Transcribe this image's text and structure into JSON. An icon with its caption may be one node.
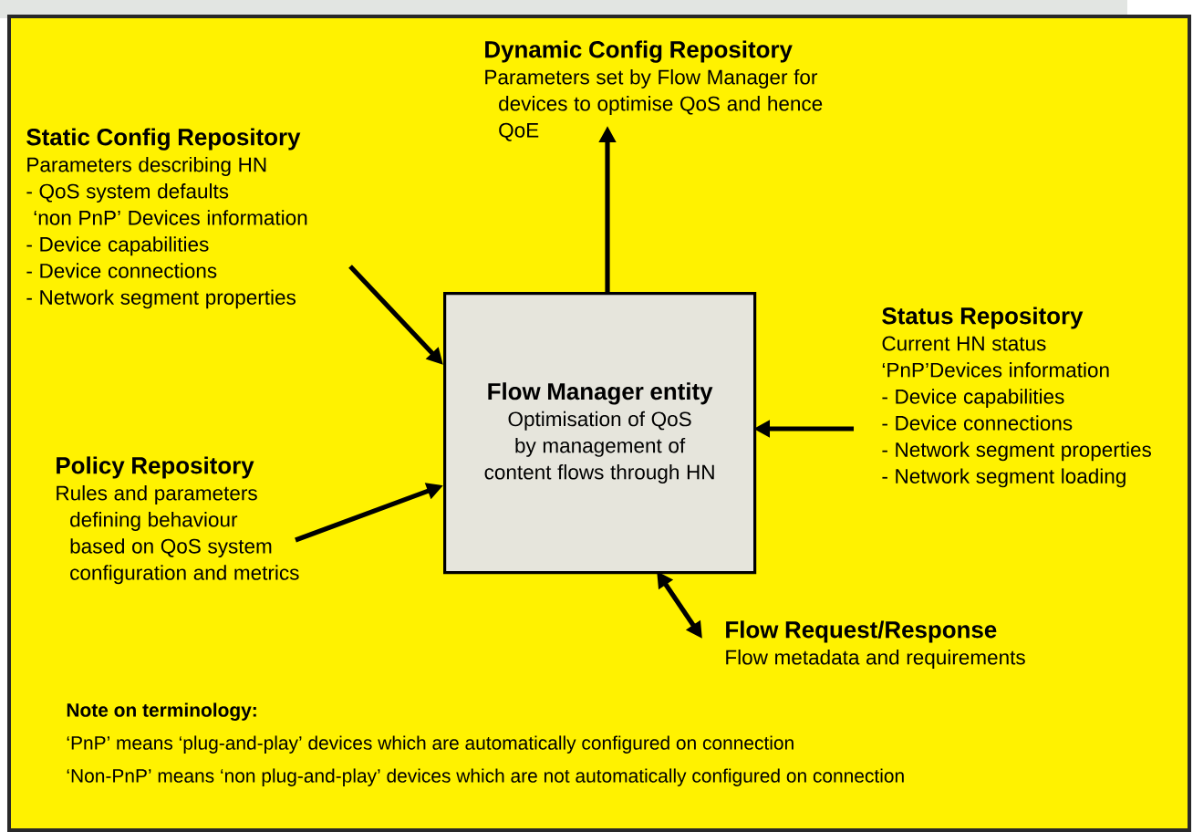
{
  "diagram": {
    "nodes": [
      {
        "text": [
          "Flow Manager entity",
          "Optimisation of  QoS by management of content flows through HN"
        ]
      },
      {
        "text": [
          "Dynamic Config Repository",
          "Parameters set by Flow Manager for devices to optimise QoS and hence QoE"
        ]
      },
      {
        "text": [
          "Static Config Repository",
          "Parameters describing HN",
          "- QoS system defaults",
          "‘non PnP’ Devices information",
          "- Device capabilities",
          "- Device connections",
          "- Network segment properties"
        ]
      },
      {
        "text": [
          "Status Repository",
          "Current HN status",
          "‘PnP’Devices information",
          "- Device capabilities",
          "- Device connections",
          "- Network segment properties",
          "- Network segment loading"
        ]
      },
      {
        "text": [
          "Policy Repository",
          "Rules and parameters defining behaviour based on QoS system configuration and metrics"
        ]
      },
      {
        "text": [
          "Flow Request/Response",
          "Flow metadata and requirements"
        ]
      }
    ],
    "edges": [
      {
        "from": 0,
        "to": 1,
        "arrow": "to"
      },
      {
        "from": 2,
        "to": 0,
        "arrow": "to"
      },
      {
        "from": 4,
        "to": 0,
        "arrow": "to"
      },
      {
        "from": 3,
        "to": 0,
        "arrow": "to"
      },
      {
        "from": 0,
        "to": 5,
        "arrow": "both"
      }
    ],
    "labels": [
      "Note on terminology:",
      "‘PnP’ means ‘plug-and-play’ devices which are automatically configured on connection",
      "‘Non-PnP’ means ‘non plug-and-play’ devices which are not automatically configured on connection"
    ]
  }
}
